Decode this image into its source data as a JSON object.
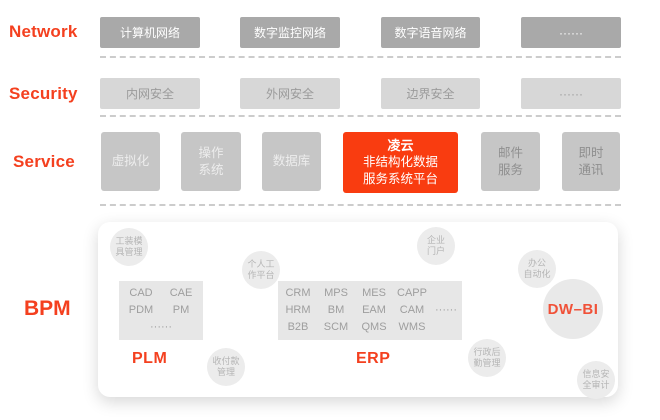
{
  "colors": {
    "accent_red": "#f4401f",
    "highlight_box_red": "#f93c10",
    "network_box_gray": "#a9a9a9",
    "security_box_gray": "#d7d7d7",
    "service_box_gray": "#c6c6c6",
    "circle_gray": "#ececec",
    "inner_box_gray": "#e7e7e7",
    "dash_gray": "#cccccc",
    "dwbi_text_red": "#f05138"
  },
  "network": {
    "label": "Network",
    "boxes": [
      "计算机网络",
      "数字监控网络",
      "数字语音网络",
      "······"
    ]
  },
  "security": {
    "label": "Security",
    "boxes": [
      "内网安全",
      "外网安全",
      "边界安全",
      "······"
    ]
  },
  "service": {
    "label": "Service",
    "boxes": [
      {
        "lines": [
          "虚拟化"
        ]
      },
      {
        "lines": [
          "操作",
          "系统"
        ]
      },
      {
        "lines": [
          "数据库"
        ]
      },
      {
        "lines": [
          "凌云",
          "非结构化数据",
          "服务系统平台"
        ],
        "highlight": true
      },
      {
        "lines": [
          "邮件",
          "服务"
        ]
      },
      {
        "lines": [
          "即时",
          "通讯"
        ]
      }
    ]
  },
  "bpm": {
    "label": "BPM",
    "circles": {
      "tooling": {
        "lines": [
          "工装模",
          "具管理"
        ]
      },
      "personal": {
        "lines": [
          "个人工",
          "作平台"
        ]
      },
      "portal": {
        "lines": [
          "企业",
          "门户"
        ]
      },
      "office": {
        "lines": [
          "办公",
          "自动化"
        ]
      },
      "payment": {
        "lines": [
          "收付款",
          "管理"
        ]
      },
      "admin": {
        "lines": [
          "行政后",
          "勤管理"
        ]
      },
      "audit": {
        "lines": [
          "信息安",
          "全审计"
        ]
      },
      "dwbi": {
        "text": "DW–BI"
      }
    },
    "plm": {
      "label": "PLM",
      "grid": [
        [
          "CAD",
          "CAE"
        ],
        [
          "PDM",
          "PM"
        ]
      ],
      "more": "······"
    },
    "erp": {
      "label": "ERP",
      "grid": [
        [
          "CRM",
          "MPS",
          "MES",
          "CAPP",
          ""
        ],
        [
          "HRM",
          "BM",
          "EAM",
          "CAM",
          "······"
        ],
        [
          "B2B",
          "SCM",
          "QMS",
          "WMS",
          ""
        ]
      ]
    }
  }
}
